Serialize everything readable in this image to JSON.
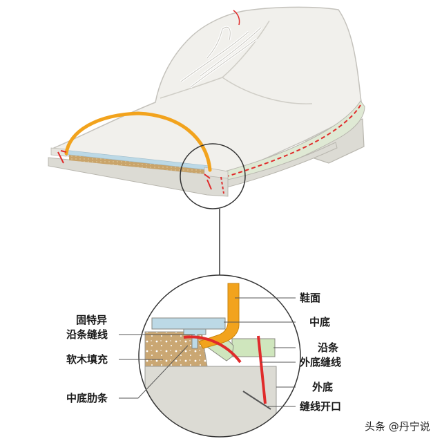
{
  "labels": {
    "upper": "鞋面",
    "insole": "中底",
    "fixed_welt_stitch_line1": "固特异",
    "fixed_welt_stitch_line2": "沿条缝线",
    "welt": "沿条",
    "cork_filler": "软木填充",
    "outsole_stitch": "外底缝线",
    "outsole": "外底",
    "insole_rib": "中底肋条",
    "stitch_channel": "缝线开口"
  },
  "watermark": "头条 @丹宁说",
  "colors": {
    "upper_fill": "#f1f0ec",
    "upper_stroke": "#c4c2bc",
    "orange_upper": "#f2a31d",
    "insole_blue": "#bcd9e6",
    "welt_green": "#cfe6bd",
    "cork": "#caa773",
    "outsole": "#dcdbd4",
    "stitch_red": "#e02b2b",
    "leader_line": "#555555"
  }
}
